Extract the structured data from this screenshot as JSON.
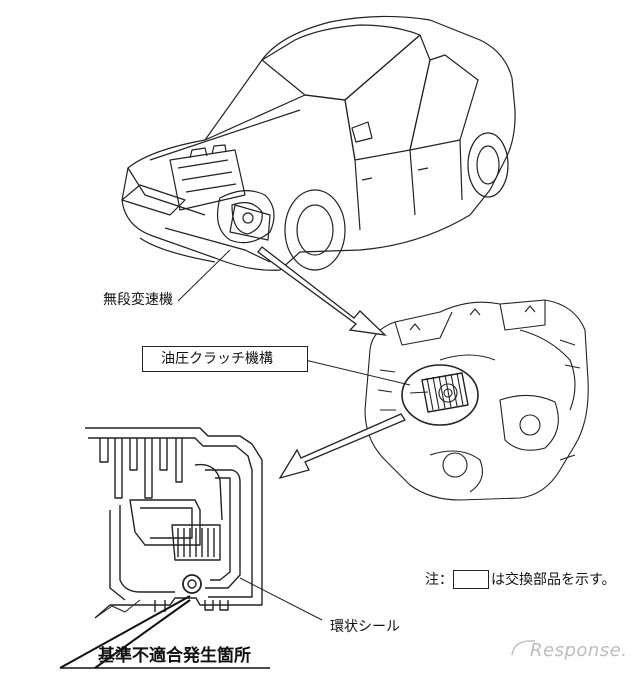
{
  "labels": {
    "cvt": "無段変速機",
    "hydraulic_clutch": "油圧クラッチ機構",
    "ring_seal": "環状シール",
    "defect_location": "基準不適合発生箇所",
    "note_prefix": "注：",
    "note_suffix": "は交換部品を示す。"
  },
  "watermark": "Response."
}
